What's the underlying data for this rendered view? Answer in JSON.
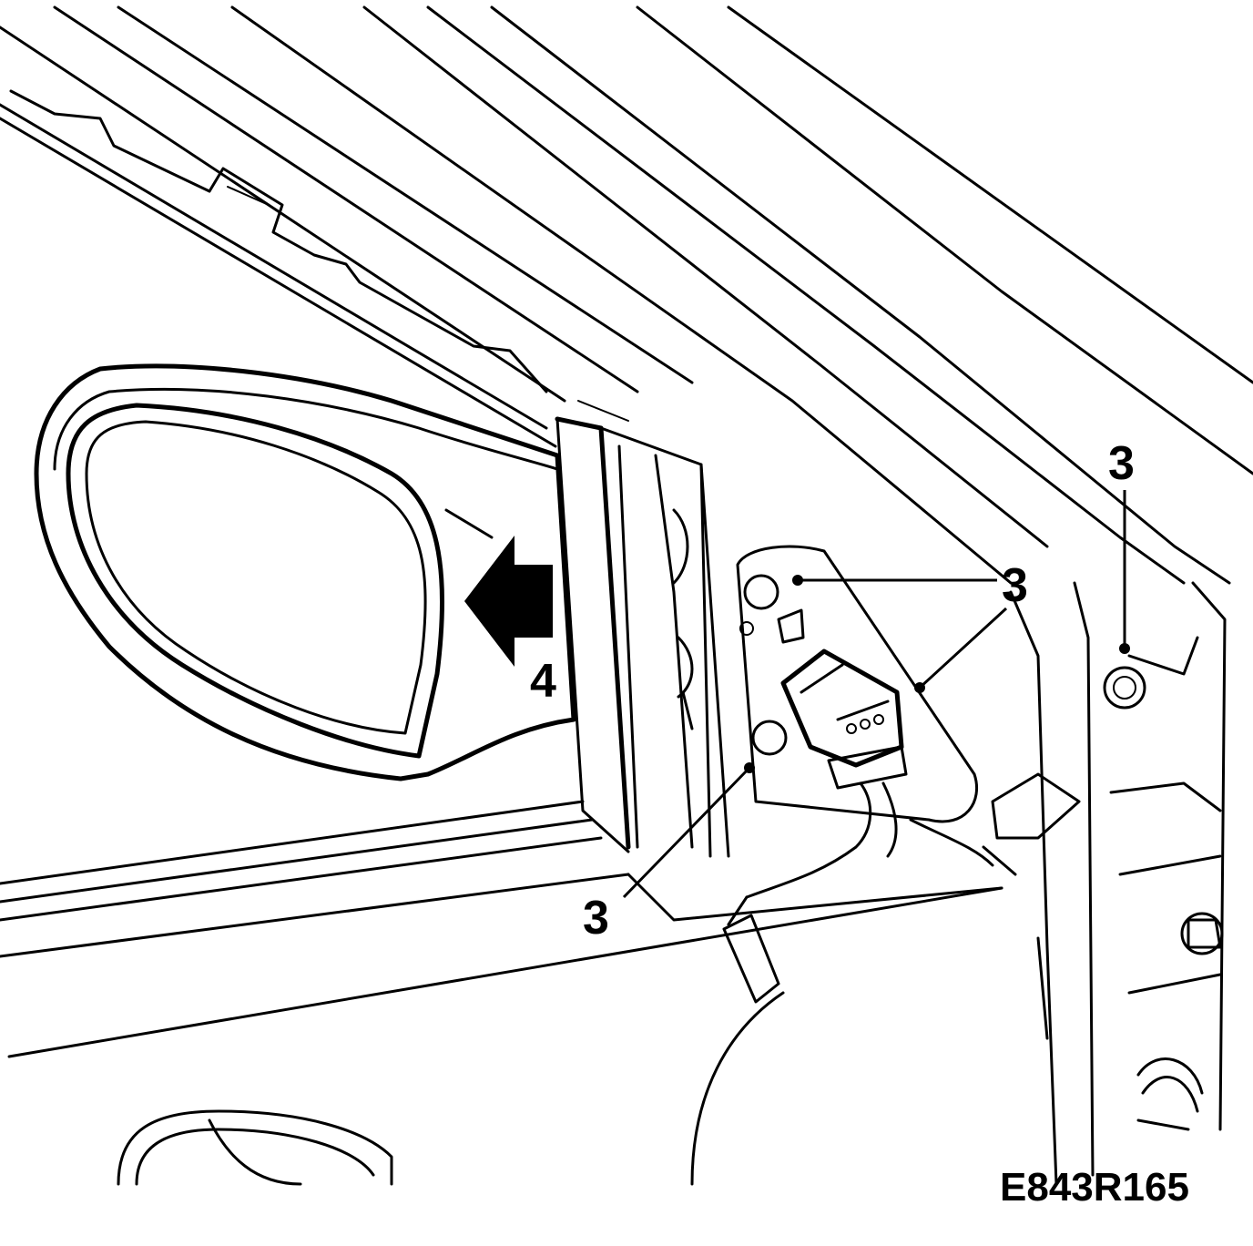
{
  "callouts": {
    "fastener_right": "3",
    "fastener_upper": "3",
    "fastener_lower": "3",
    "mirror_removal": "4"
  },
  "figure_id": "E843R165"
}
